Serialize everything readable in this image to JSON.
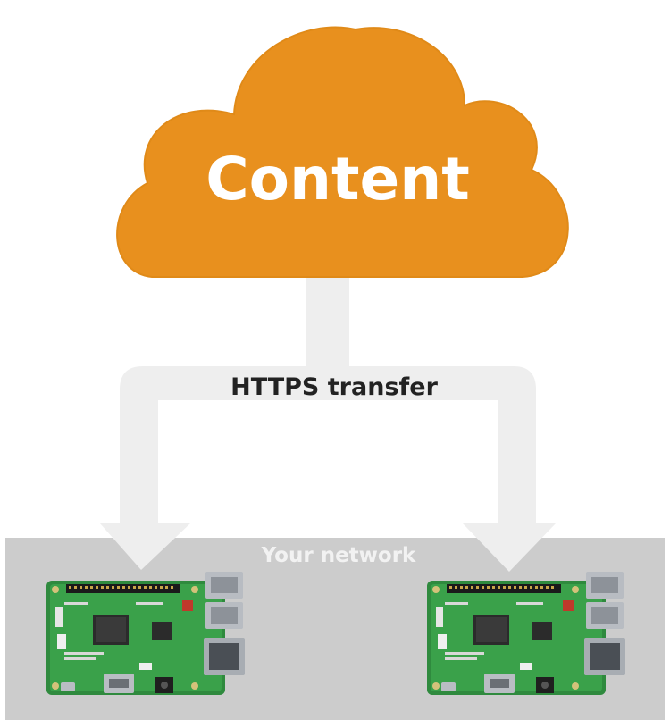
{
  "cloud": {
    "label": "Content",
    "color": "#e8901e"
  },
  "transfer": {
    "label": "HTTPS transfer",
    "arrow_color": "#eeeeee"
  },
  "network": {
    "label": "Your network",
    "background": "#cccccc"
  },
  "devices": [
    {
      "name": "raspberry-pi-board-left"
    },
    {
      "name": "raspberry-pi-board-right"
    }
  ]
}
